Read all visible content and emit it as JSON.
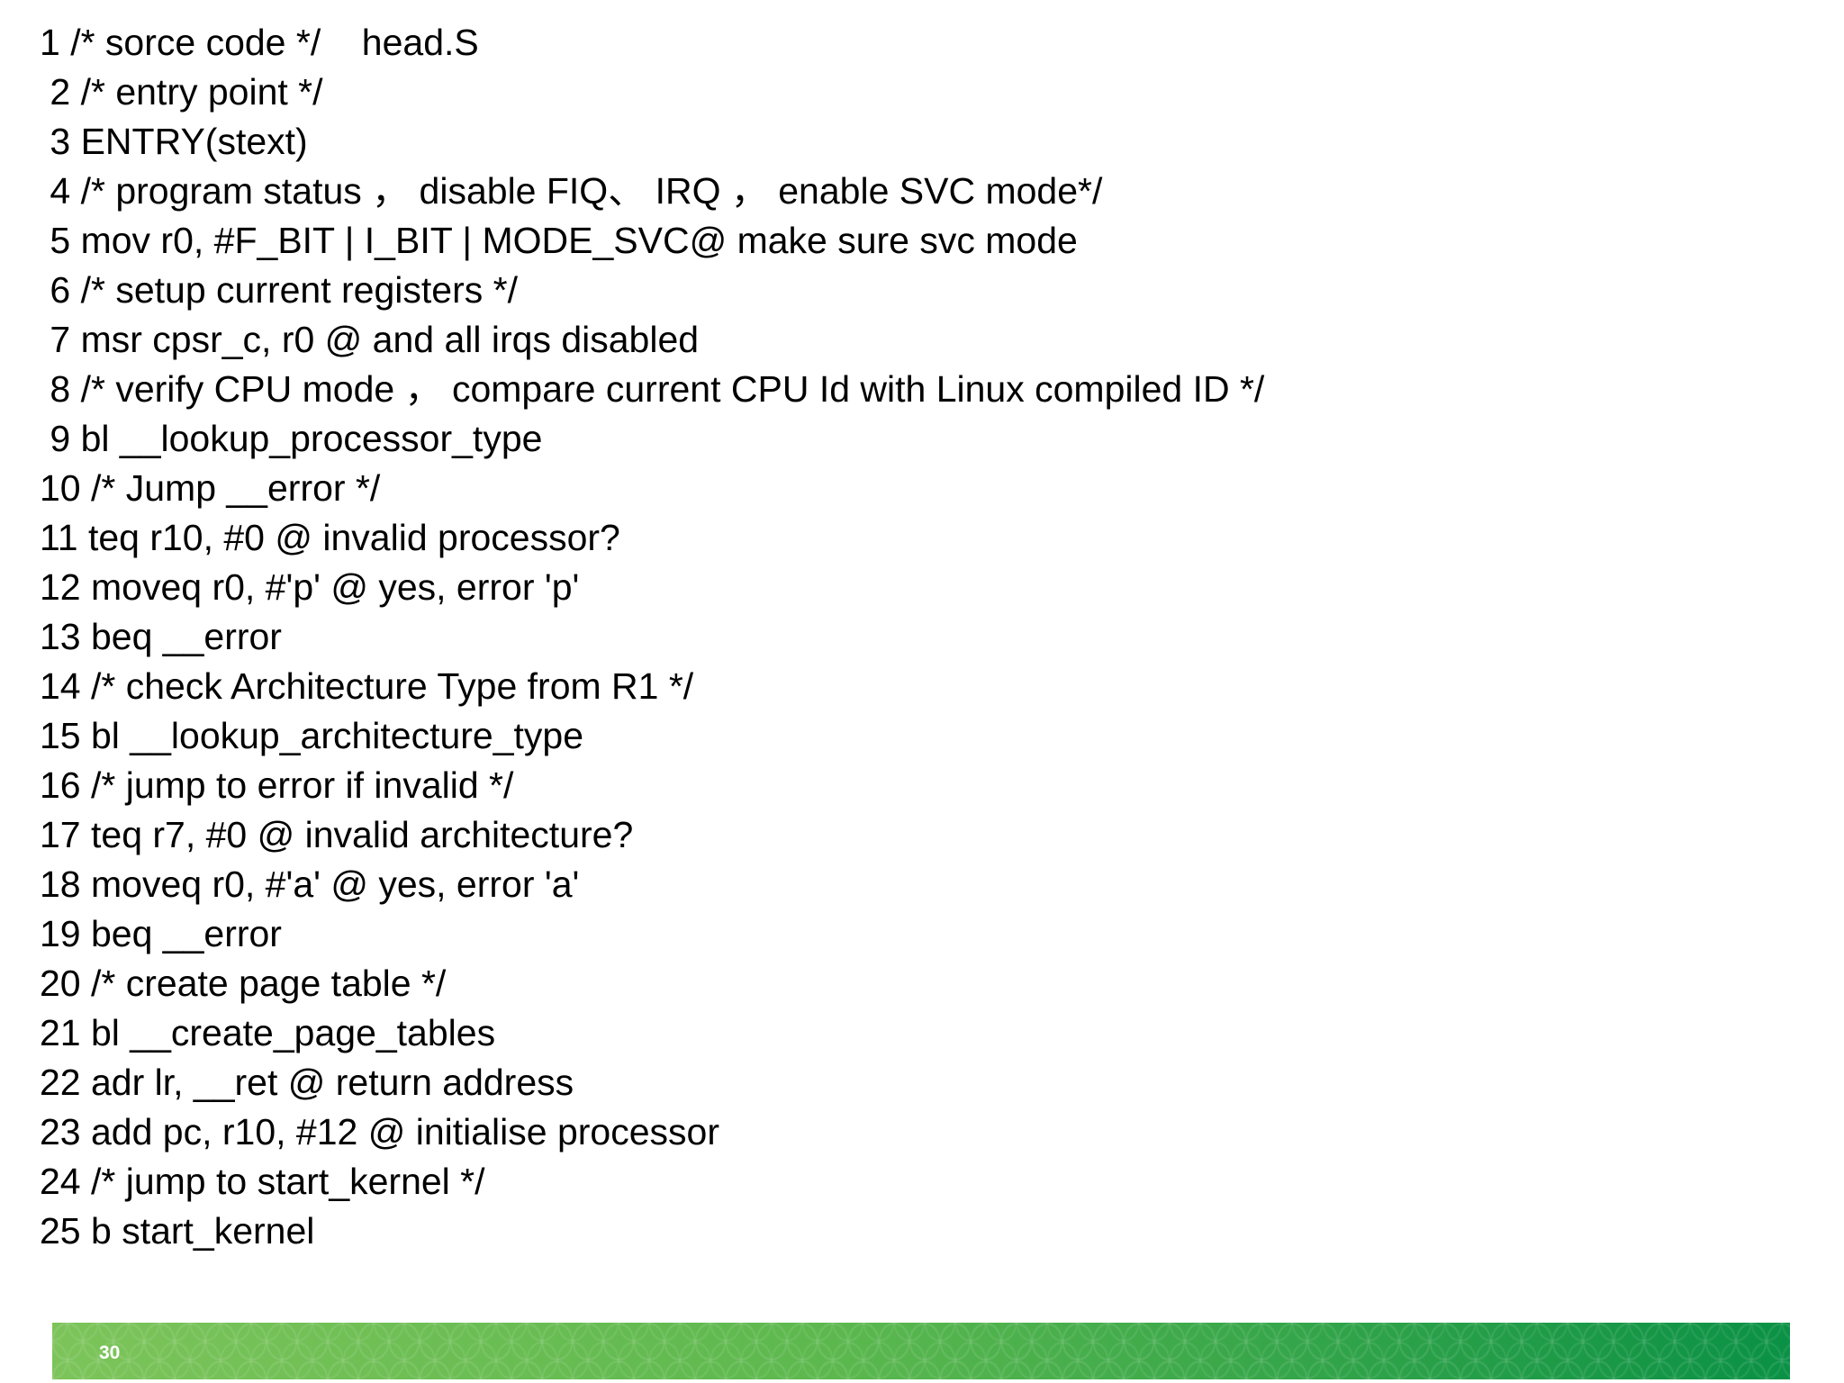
{
  "slide": {
    "background_color": "#ffffff",
    "text_color": "#000000"
  },
  "code": {
    "lines": [
      "1 /* sorce code */    head.S",
      " 2 /* entry point */",
      " 3 ENTRY(stext)",
      " 4 /* program status ， disable FIQ、 IRQ ， enable SVC mode*/",
      " 5 mov r0, #F_BIT | I_BIT | MODE_SVC@ make sure svc mode",
      " 6 /* setup current registers */",
      " 7 msr cpsr_c, r0 @ and all irqs disabled",
      " 8 /* verify CPU mode ， compare current CPU Id with Linux compiled ID */",
      " 9 bl __lookup_processor_type",
      "10 /* Jump __error */",
      "11 teq r10, #0 @ invalid processor?",
      "12 moveq r0, #'p' @ yes, error 'p'",
      "13 beq __error",
      "14 /* check Architecture Type from R1 */",
      "15 bl __lookup_architecture_type",
      "16 /* jump to error if invalid */",
      "17 teq r7, #0 @ invalid architecture?",
      "18 moveq r0, #'a' @ yes, error 'a'",
      "19 beq __error",
      "20 /* create page table */",
      "21 bl __create_page_tables",
      "22 adr lr, __ret @ return address",
      "23 add pc, r10, #12 @ initialise processor",
      "24 /* jump to start_kernel */",
      "25 b start_kernel"
    ]
  },
  "footer": {
    "page_number": "30",
    "bar_gradient_start": "#7cc45a",
    "bar_gradient_mid": "#5cb84e",
    "bar_gradient_end": "#0a9145",
    "page_number_color": "#ffffff"
  }
}
